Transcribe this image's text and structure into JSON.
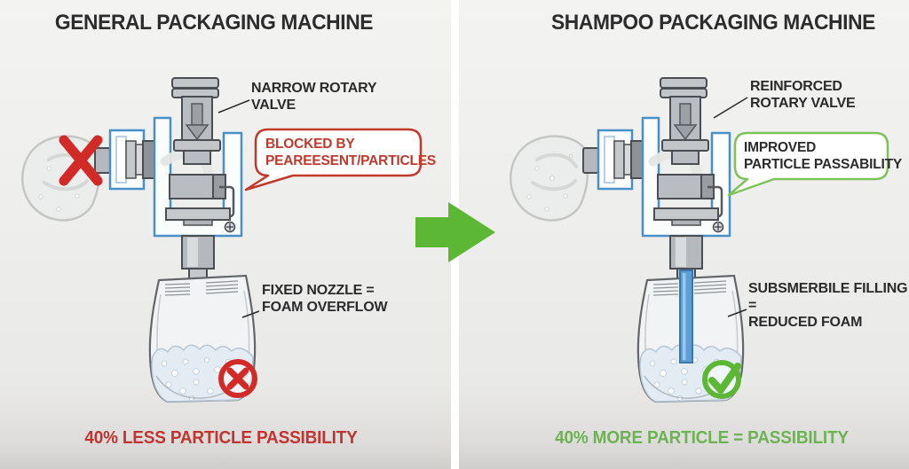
{
  "left": {
    "title": "GENERAL PACKAGING MACHINE",
    "valve_label": "NARROW ROTARY\nVALVE",
    "bubble_label": "BLOCKED BY\nPEAREESENT/PARTICLES",
    "nozzle_label": "FIXED NOZZLE =\nFOAM OVERFLOW",
    "caption": "40% LESS PARTICLE PASSIBILITY"
  },
  "right": {
    "title": "SHAMPOO PACKAGING MACHINE",
    "valve_label": "REINFORCED\nROTARY VALVE",
    "bubble_label": "IMPROVED\nPARTICLE PASSABILITY",
    "nozzle_label": "SUBSMERBILE FILLING =\nREDUCED FOAM",
    "caption": "40% MORE PARTICLE = PASSIBILITY"
  },
  "icons": {
    "blocked_flow": "red-x-icon",
    "fail_badge": "red-circle-x-icon",
    "transition": "green-arrow-right-icon",
    "success_badge": "green-check-icon"
  },
  "colors": {
    "negative_red": "#d22b27",
    "caption_red": "#c23430",
    "bubble_red_border": "#c0392b",
    "positive_green": "#5cb834",
    "caption_green": "#6db353",
    "bubble_green_border": "#7dc35a",
    "machine_blue": "#4a90c8",
    "fill_tube_blue": "#5b9fd6",
    "text_dark": "#2c2c2c"
  }
}
